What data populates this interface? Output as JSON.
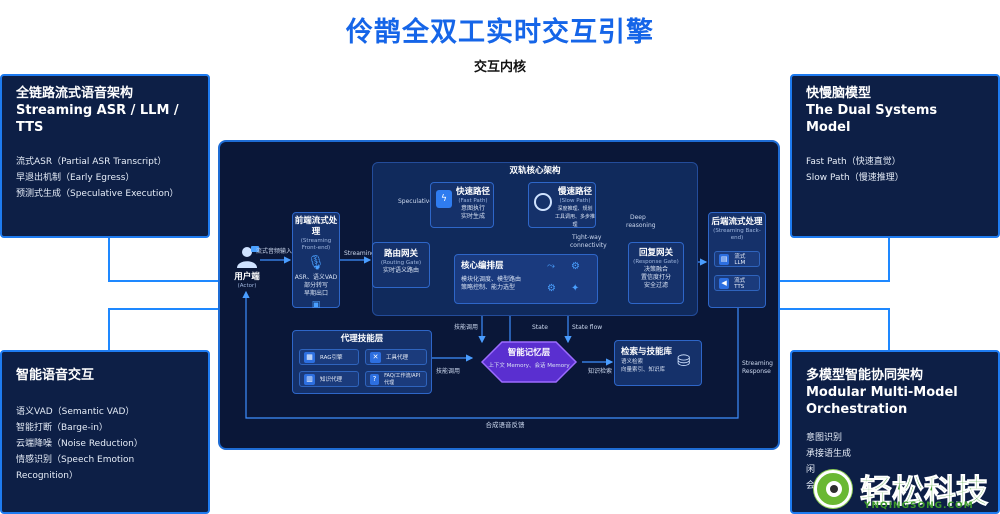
{
  "title": "伶鹊全双工实时交互引擎",
  "subtitle": "交互内核",
  "panels": {
    "streaming": {
      "title_cn": "全链路流式语音架构",
      "title_en": "Streaming ASR / LLM / TTS",
      "items": [
        "流式ASR（Partial ASR Transcript）",
        "早退出机制（Early Egress）",
        "预测式生成（Speculative Execution）"
      ]
    },
    "dual": {
      "title_cn": "快慢脑模型",
      "title_en": "The Dual Systems Model",
      "items": [
        "Fast Path（快速直觉）",
        "Slow Path（慢速推理）"
      ]
    },
    "voice": {
      "title_cn": "智能语音交互",
      "items": [
        "语义VAD（Semantic VAD）",
        "智能打断（Barge-in）",
        "云端降噪（Noise Reduction）",
        "情感识别（Speech Emotion Recognition）"
      ]
    },
    "multi": {
      "title_cn": "多模型智能协同架构",
      "title_en1": "Modular Multi-Model",
      "title_en2": "Orchestration",
      "items": [
        "意图识别",
        "承接语生成",
        "闲",
        "会"
      ]
    }
  },
  "diagram": {
    "core_title": "双轨核心架构",
    "user": {
      "label": "用户端",
      "sub": "(Actor)"
    },
    "edge_stream_in": "流式音频输入",
    "frontend": {
      "title": "前端流式处理",
      "sub": "(Streaming Front-end)",
      "desc1": "ASR、语义VAD",
      "desc2": "部分转写",
      "desc3": "早期出口"
    },
    "edge_streaming": "Streaming",
    "edge_speculative": "Speculative",
    "router": {
      "title": "路由网关",
      "sub": "(Routing Gate)",
      "desc": "实时语义路由"
    },
    "fast": {
      "title": "快速路径",
      "sub": "(Fast Path)",
      "desc1": "意图执行",
      "desc2": "实时生成"
    },
    "slow": {
      "title": "慢速路径",
      "sub": "(Slow Path)",
      "desc1": "深度推理、规划",
      "desc2": "工具调用、多步推理"
    },
    "edge_deep": "Deep",
    "edge_reasoning": "reasoning",
    "edge_tight1": "Tight-way",
    "edge_tight2": "connectivity",
    "orchestrator": {
      "title": "核心编排层",
      "desc1": "模块化调度、模型路由",
      "desc2": "策略控制、能力选型"
    },
    "response": {
      "title": "回复网关",
      "sub": "(Response Gate)",
      "desc1": "决策融合",
      "desc2": "置信度打分",
      "desc3": "安全过滤"
    },
    "backend": {
      "title": "后端流式处理",
      "sub": "(Streaming Back-end)",
      "llm": "流式LLM",
      "tts": "流式 TTS"
    },
    "edge_streaming_response1": "Streaming",
    "edge_streaming_response2": "Response",
    "edge_skill_call": "技能调用",
    "edge_state": "State",
    "edge_state_flow": "State flow",
    "agent": {
      "title": "代理技能层",
      "chips": [
        "RAG引擎",
        "工具代理",
        "知识代理",
        "FAQ/工作流/API代理"
      ]
    },
    "memory": {
      "title": "智能记忆层",
      "desc": "上下文 Memory、会话 Memory"
    },
    "edge_skill_return": "技能调用",
    "edge_knowledge": "知识检索",
    "retrieval": {
      "title": "检索与技能库",
      "desc1": "语义检索",
      "desc2": "向量索引、知识库"
    },
    "feedback": "合成语音反馈"
  },
  "watermark": {
    "text": "轻松科技",
    "sub": "YNQINGSONG.COM"
  },
  "colors": {
    "title": "#1565e8",
    "panel_bg": "#0d1f46",
    "panel_border": "#1e7bf0",
    "main_bg": "#0a1738",
    "watermark": "#3d9c2b"
  }
}
